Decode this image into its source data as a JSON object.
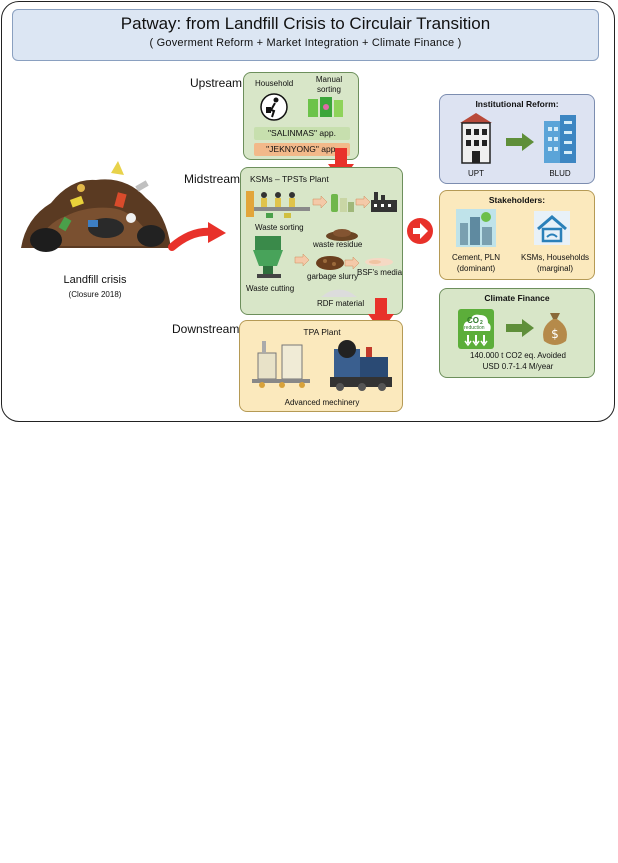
{
  "title": "Patway: from Landfill Crisis to Circulair Transition",
  "subtitle": "( Goverment Reform + Market Integration + Climate Finance )",
  "landfill": {
    "label": "Landfill crisis",
    "note": "(Closure 2018)"
  },
  "stages": {
    "upstream": "Upstream",
    "midstream": "Midstream",
    "downstream": "Downstream"
  },
  "upstream": {
    "household": "Household",
    "manual_sorting": "Manual\nsorting",
    "app1": "\"SALINMAS\" app.",
    "app2": "\"JEKNYONG\" app."
  },
  "midstream": {
    "plant": "KSMs – TPSTs Plant",
    "waste_sorting": "Waste sorting",
    "waste_cutting": "Waste cutting",
    "waste_residue": "waste residue",
    "garbage_slurry": "garbage slurry",
    "bsf_media": "BSF's media",
    "rdf": "RDF material"
  },
  "downstream": {
    "plant": "TPA Plant",
    "machinery": "Advanced mechinery"
  },
  "institutional": {
    "title": "Institutional Reform:",
    "from": "UPT",
    "to": "BLUD"
  },
  "stakeholders": {
    "title": "Stakeholders:",
    "dominant_name": "Cement, PLN",
    "dominant_note": "(dominant)",
    "marginal_name": "KSMs, Households",
    "marginal_note": "(marginal)"
  },
  "climate": {
    "title": "Climate Finance",
    "co2_text": "CO",
    "co2_sub": "2",
    "reduction": "reduction",
    "avoided": "140.000 t CO2 eq. Avoided",
    "value": "USD 0.7-1.4 M/year"
  },
  "colors": {
    "arrow_red": "#e8312a",
    "arrow_green": "#5f8f3a",
    "green_panel": "#d8e6c8",
    "yellow_panel": "#fbe9bd",
    "blue_panel": "#dde3f2"
  }
}
